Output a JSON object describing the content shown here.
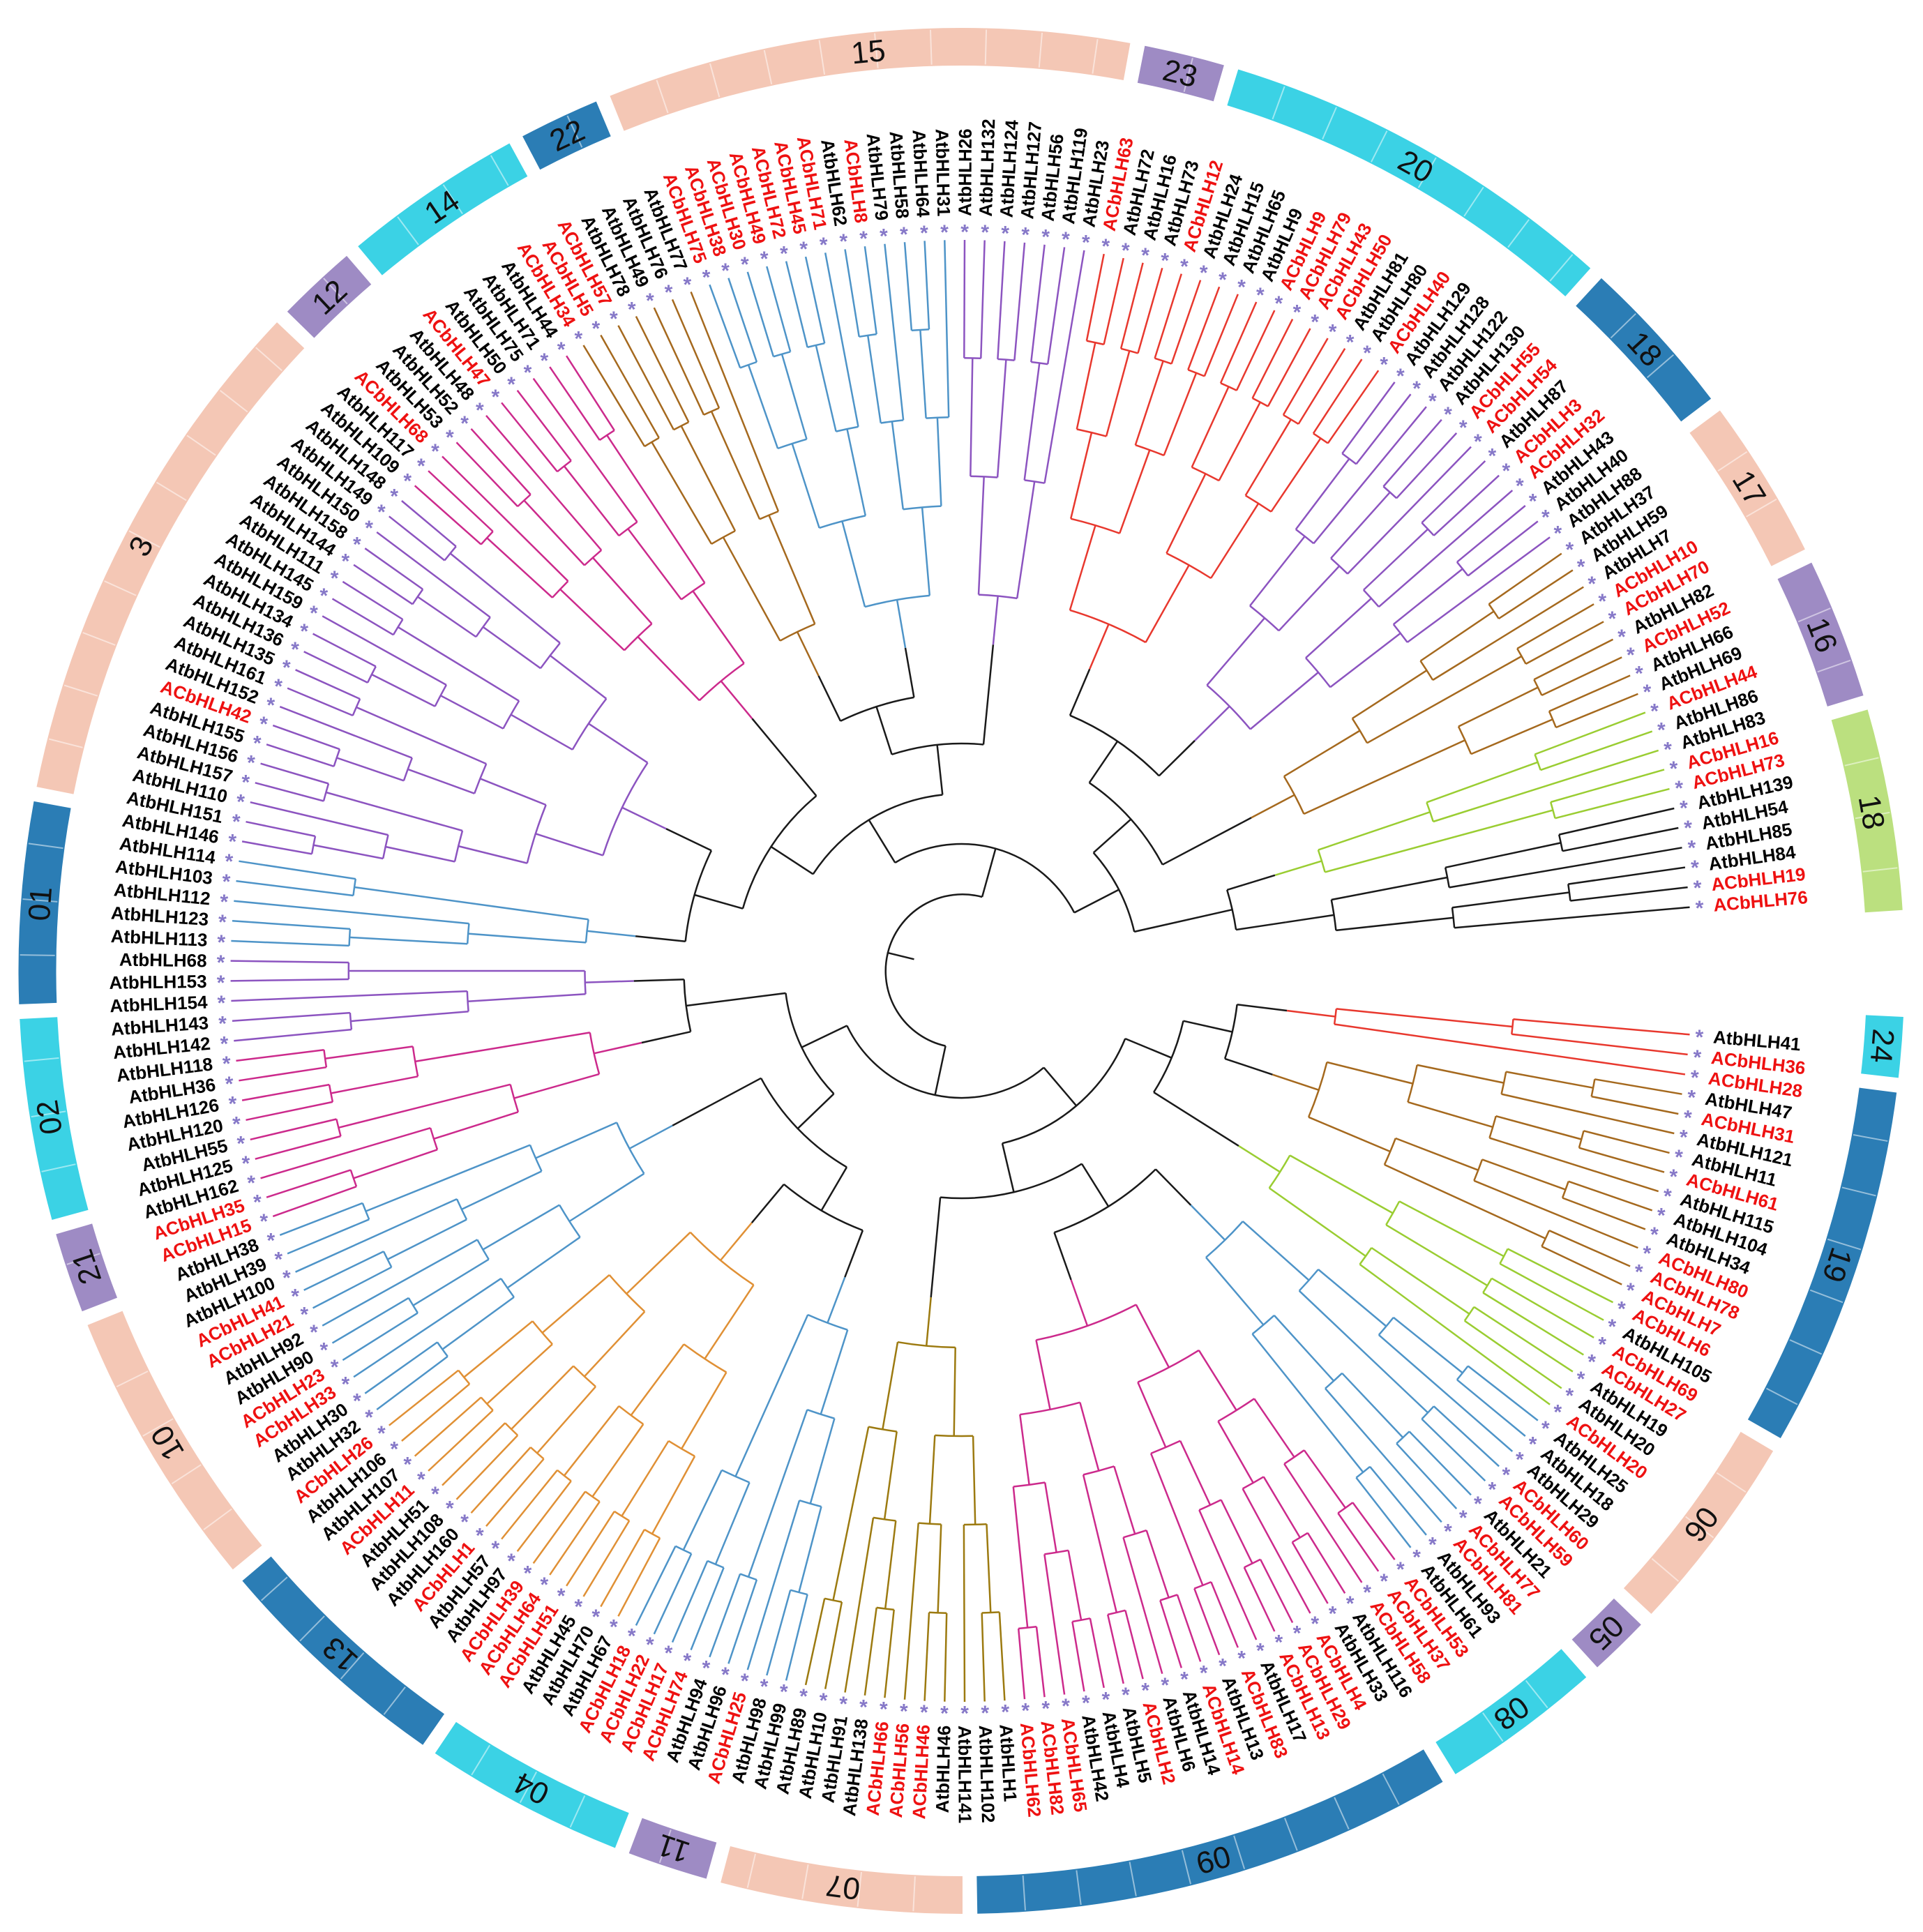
{
  "figure": {
    "background": "#ffffff",
    "description": "Circular phylogenetic tree of bHLH transcription factors (AtbHLH black, ACbHLH red) with outer group ring"
  },
  "label_colors": {
    "ACbHLH": "#EE1111",
    "AtbHLH": "#000000"
  },
  "marker": {
    "glyph": "*",
    "color": "#8678C8"
  },
  "ring": {
    "segments": [
      {
        "label": "24",
        "color": "#3BD2E5",
        "weight": 3
      },
      {
        "label": "19",
        "color": "#2B7DB5",
        "weight": 18
      },
      {
        "label": "06",
        "color": "#F4C7B5",
        "weight": 10
      },
      {
        "label": "05",
        "color": "#9E8BC4",
        "weight": 3
      },
      {
        "label": "08",
        "color": "#3BD2E5",
        "weight": 8
      },
      {
        "label": "09",
        "color": "#2B7DB5",
        "weight": 24
      },
      {
        "label": "07",
        "color": "#F4C7B5",
        "weight": 12
      },
      {
        "label": "11",
        "color": "#9E8BC4",
        "weight": 4
      },
      {
        "label": "04",
        "color": "#3BD2E5",
        "weight": 10
      },
      {
        "label": "13",
        "color": "#2B7DB5",
        "weight": 12
      },
      {
        "label": "10",
        "color": "#F4C7B5",
        "weight": 14
      },
      {
        "label": "21",
        "color": "#9E8BC4",
        "weight": 4
      },
      {
        "label": "02",
        "color": "#3BD2E5",
        "weight": 10
      },
      {
        "label": "01",
        "color": "#2B7DB5",
        "weight": 10
      },
      {
        "label": "3",
        "color": "#F4C7B5",
        "weight": 26
      },
      {
        "label": "12",
        "color": "#9E8BC4",
        "weight": 4
      },
      {
        "label": "14",
        "color": "#3BD2E5",
        "weight": 9
      },
      {
        "label": "22",
        "color": "#2B7DB5",
        "weight": 4
      },
      {
        "label": "15",
        "color": "#F4C7B5",
        "weight": 26
      },
      {
        "label": "23",
        "color": "#9E8BC4",
        "weight": 4
      },
      {
        "label": "20",
        "color": "#3BD2E5",
        "weight": 20
      },
      {
        "label": "18",
        "color": "#2B7DB5",
        "weight": 8
      },
      {
        "label": "17",
        "color": "#F4C7B5",
        "weight": 8
      },
      {
        "label": "16",
        "color": "#9E8BC4",
        "weight": 7
      },
      {
        "label": "18",
        "color": "#BBE07F",
        "weight": 10
      }
    ]
  },
  "tree": {
    "clades": [
      {
        "color": "#E8382E",
        "leaves": [
          "AtbHLH41",
          "ACbHLH36",
          "ACbHLH28"
        ]
      },
      {
        "color": "#A5691E",
        "leaves": [
          "AtbHLH47",
          "ACbHLH31",
          "AtbHLH121",
          "AtbHLH11",
          "ACbHLH61",
          "AtbHLH115",
          "AtbHLH104",
          "AtbHLH34",
          "ACbHLH80",
          "ACbHLH78",
          "ACbHLH7"
        ]
      },
      {
        "color": "#9ACD32",
        "leaves": [
          "ACbHLH6",
          "AtbHLH105",
          "ACbHLH69",
          "ACbHLH27",
          "AtbHLH19",
          "AtbHLH20",
          "ACbHLH20"
        ]
      },
      {
        "color": "#4E94C8",
        "leaves": [
          "AtbHLH25",
          "AtbHLH18",
          "AtbHLH29",
          "ACbHLH60",
          "ACbHLH59",
          "AtbHLH21",
          "ACbHLH77",
          "ACbHLH81",
          "AtbHLH93",
          "AtbHLH61"
        ]
      },
      {
        "color": "#CC2A8C",
        "leaves": [
          "ACbHLH53",
          "ACbHLH37",
          "ACbHLH58",
          "AtbHLH116",
          "AtbHLH33",
          "ACbHLH4",
          "ACbHLH29",
          "ACbHLH13",
          "AtbHLH17",
          "ACbHLH83",
          "AtbHLH13",
          "ACbHLH14",
          "AtbHLH14",
          "AtbHLH6",
          "ACbHLH2",
          "AtbHLH5",
          "AtbHLH4",
          "AtbHLH42",
          "ACbHLH65",
          "ACbHLH82",
          "ACbHLH62"
        ]
      },
      {
        "color": "#9C7A10",
        "leaves": [
          "AtbHLH1",
          "AtbHLH102",
          "AtbHLH141",
          "AtbHLH46",
          "ACbHLH46",
          "ACbHLH56",
          "ACbHLH66",
          "AtbHLH138",
          "AtbHLH91",
          "AtbHLH10",
          "AtbHLH89"
        ]
      },
      {
        "color": "#4E94C8",
        "leaves": [
          "AtbHLH99",
          "AtbHLH98",
          "ACbHLH25",
          "AtbHLH96",
          "AtbHLH94",
          "ACbHLH74",
          "ACbHLH17",
          "ACbHLH22",
          "ACbHLH18"
        ]
      },
      {
        "color": "#E09035",
        "leaves": [
          "AtbHLH67",
          "AtbHLH70",
          "AtbHLH45",
          "ACbHLH51",
          "ACbHLH64",
          "ACbHLH39",
          "AtbHLH97",
          "AtbHLH57",
          "ACbHLH1",
          "AtbHLH160",
          "AtbHLH108",
          "AtbHLH51",
          "ACbHLH11",
          "AtbHLH107",
          "AtbHLH106",
          "ACbHLH26"
        ]
      },
      {
        "color": "#4E94C8",
        "leaves": [
          "AtbHLH32",
          "AtbHLH30",
          "ACbHLH33",
          "ACbHLH23",
          "AtbHLH90",
          "AtbHLH92",
          "ACbHLH21",
          "ACbHLH41",
          "AtbHLH100",
          "AtbHLH39",
          "AtbHLH38"
        ]
      },
      {
        "color": "#CC2A8C",
        "leaves": [
          "ACbHLH15",
          "ACbHLH35",
          "AtbHLH162",
          "AtbHLH125",
          "AtbHLH55",
          "AtbHLH120",
          "AtbHLH126",
          "AtbHLH36",
          "AtbHLH118"
        ]
      },
      {
        "color": "#8C54C0",
        "leaves": [
          "AtbHLH142",
          "AtbHLH143",
          "AtbHLH154",
          "AtbHLH153",
          "AtbHLH68"
        ]
      },
      {
        "color": "#4E94C8",
        "leaves": [
          "AtbHLH113",
          "AtbHLH123",
          "AtbHLH112",
          "AtbHLH103",
          "AtbHLH114"
        ]
      },
      {
        "color": "#8C54C0",
        "leaves": [
          "AtbHLH146",
          "AtbHLH151",
          "AtbHLH110",
          "AtbHLH157",
          "AtbHLH156",
          "AtbHLH155",
          "ACbHLH42",
          "AtbHLH152",
          "AtbHLH161",
          "AtbHLH135",
          "AtbHLH136",
          "AtbHLH134",
          "AtbHLH159",
          "AtbHLH145",
          "AtbHLH111",
          "AtbHLH144",
          "AtbHLH158",
          "AtbHLH150",
          "AtbHLH149",
          "AtbHLH148"
        ]
      },
      {
        "color": "#CC2A8C",
        "leaves": [
          "AtbHLH109",
          "AtbHLH117",
          "ACbHLH68",
          "AtbHLH53",
          "AtbHLH52",
          "AtbHLH48",
          "ACbHLH47",
          "AtbHLH50",
          "AtbHLH75",
          "AtbHLH71",
          "AtbHLH44"
        ]
      },
      {
        "color": "#A5691E",
        "leaves": [
          "ACbHLH34",
          "ACbHLH5",
          "ACbHLH57",
          "AtbHLH78",
          "AtbHLH49",
          "AtbHLH76",
          "AtbHLH77"
        ]
      },
      {
        "color": "#4E94C8",
        "leaves": [
          "ACbHLH75",
          "ACbHLH38",
          "ACbHLH30",
          "ACbHLH49",
          "ACbHLH72",
          "ACbHLH45",
          "ACbHLH71",
          "AtbHLH62",
          "ACbHLH8",
          "AtbHLH79",
          "AtbHLH58",
          "AtbHLH64",
          "AtbHLH31"
        ]
      },
      {
        "color": "#8C54C0",
        "leaves": [
          "AtbHLH26",
          "AtbHLH132",
          "AtbHLH124",
          "AtbHLH127",
          "AtbHLH56",
          "AtbHLH119",
          "AtbHLH23"
        ]
      },
      {
        "color": "#E8382E",
        "leaves": [
          "ACbHLH63",
          "AtbHLH72",
          "AtbHLH16",
          "AtbHLH73",
          "ACbHLH12",
          "AtbHLH24",
          "AtbHLH15",
          "AtbHLH65",
          "AtbHLH9",
          "ACbHLH9",
          "ACbHLH79",
          "ACbHLH43",
          "ACbHLH50",
          "AtbHLH81",
          "AtbHLH80",
          "ACbHLH40"
        ]
      },
      {
        "color": "#8C54C0",
        "leaves": [
          "AtbHLH129",
          "AtbHLH128",
          "AtbHLH122",
          "AtbHLH130",
          "ACbHLH55",
          "ACbHLH54",
          "AtbHLH87",
          "ACbHLH3",
          "ACbHLH32",
          "AtbHLH43",
          "AtbHLH40",
          "AtbHLH88"
        ]
      },
      {
        "color": "#A5691E",
        "leaves": [
          "AtbHLH37",
          "AtbHLH59",
          "AtbHLH7",
          "ACbHLH10",
          "ACbHLH70",
          "AtbHLH82",
          "ACbHLH52",
          "AtbHLH66",
          "AtbHLH69"
        ]
      },
      {
        "color": "#9ACD32",
        "leaves": [
          "ACbHLH44",
          "AtbHLH86",
          "AtbHLH83",
          "ACbHLH16",
          "ACbHLH73"
        ]
      },
      {
        "color": "#1A1A1A",
        "leaves": [
          "AtbHLH139",
          "AtbHLH54",
          "AtbHLH85",
          "AtbHLH84",
          "ACbHLH19",
          "ACbHLH76"
        ]
      }
    ]
  }
}
